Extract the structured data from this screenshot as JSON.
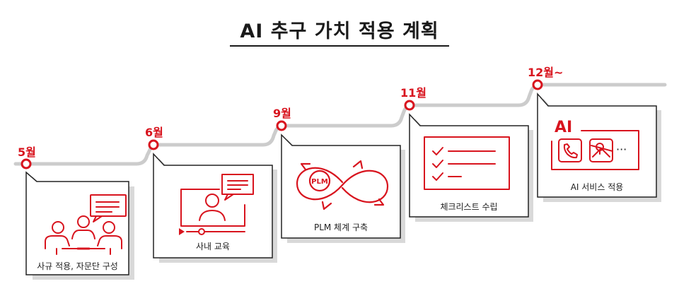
{
  "title": "AI 추구 가치 적용 계획",
  "colors": {
    "accent": "#d8141e",
    "track": "#cccccc",
    "card_border": "#222222"
  },
  "steps": [
    {
      "month": "5월",
      "label": "사규 적용, 자문단 구성",
      "icon": "team-meeting-icon"
    },
    {
      "month": "6월",
      "label": "사내 교육",
      "icon": "video-lecture-icon"
    },
    {
      "month": "9월",
      "label": "PLM 체계 구축",
      "icon": "plm-cycle-icon"
    },
    {
      "month": "11월",
      "label": "체크리스트 수립",
      "icon": "checklist-icon"
    },
    {
      "month": "12월~",
      "label": "AI 서비스 적용",
      "icon": "ai-service-icon"
    }
  ],
  "plm_badge": "PLM",
  "ai_badge": "AI",
  "more_dots": "···"
}
